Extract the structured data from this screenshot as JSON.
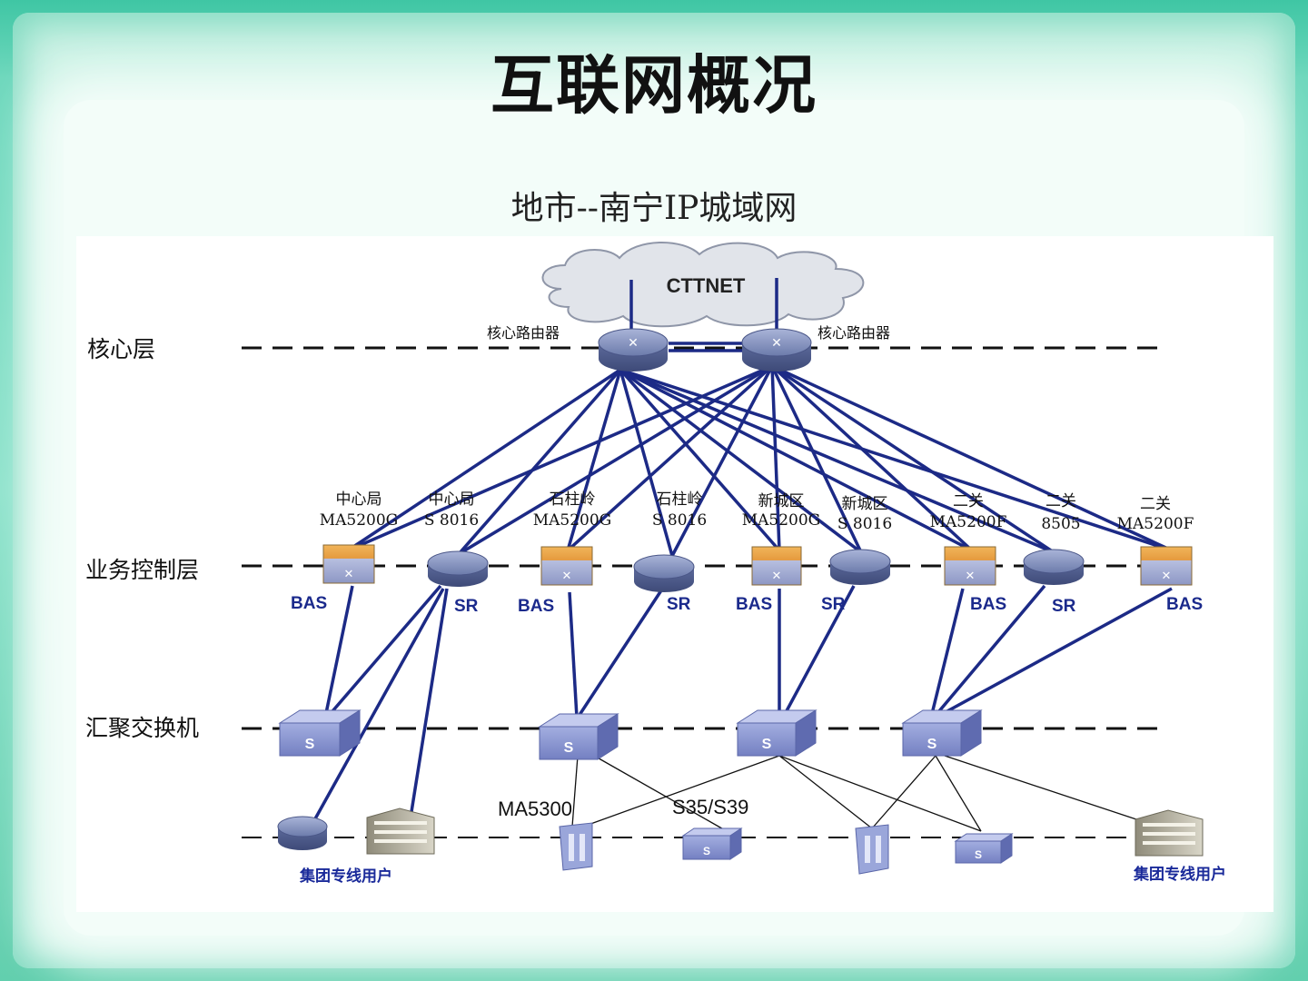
{
  "slide": {
    "title": "互联网概况",
    "subtitle": "地市--南宁IP城域网"
  },
  "diagram": {
    "cloud": "CTTNET",
    "core_label_left": "核心路由器",
    "core_label_right": "核心路由器",
    "layers": {
      "core": "核心层",
      "service": "业务控制层",
      "aggregation": "汇聚交换机"
    },
    "service_nodes": [
      {
        "site": "中心局",
        "model": "MA5200G",
        "type": "BAS"
      },
      {
        "site": "中心局",
        "model": "S 8016",
        "type": "SR"
      },
      {
        "site": "石柱岭",
        "model": "MA5200G",
        "type": "BAS"
      },
      {
        "site": "石柱岭",
        "model": "S 8016",
        "type": "SR"
      },
      {
        "site": "新城区",
        "model": "MA5200G",
        "type": "BAS"
      },
      {
        "site": "新城区",
        "model": "S 8016",
        "type": "SR"
      },
      {
        "site": "二关",
        "model": "MA5200F",
        "type": "BAS"
      },
      {
        "site": "二关",
        "model": "8505",
        "type": "SR"
      },
      {
        "site": "二关",
        "model": "MA5200F",
        "type": "BAS"
      }
    ],
    "switch_letter": "S",
    "access_labels": {
      "ma5300": "MA5300",
      "s35": "S35/S39"
    },
    "user_label_left": "集团专线用户",
    "user_label_right": "集团专线用户",
    "colors": {
      "link_blue": "#1c2a86",
      "router": "#6f7fae",
      "bas_orange": "#e8a64c",
      "switch_blue": "#7f8fcf"
    }
  }
}
